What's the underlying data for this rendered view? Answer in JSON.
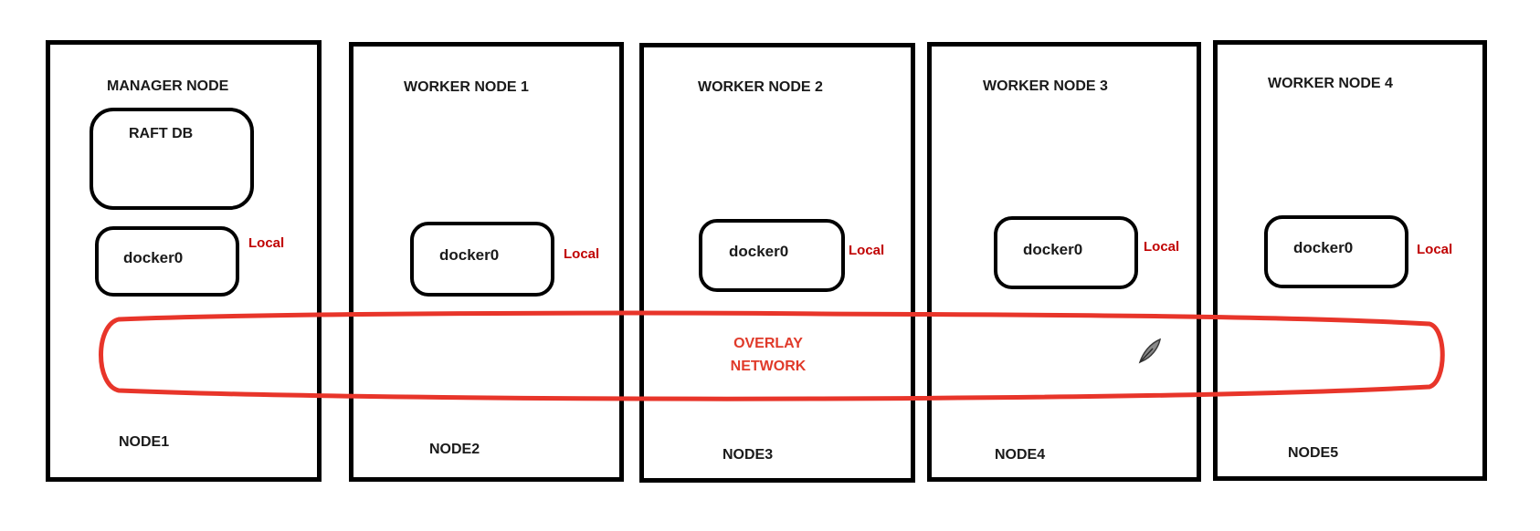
{
  "nodes": [
    {
      "title": "MANAGER NODE",
      "raft": "RAFT DB",
      "docker": "docker0",
      "local": "Local",
      "name": "NODE1"
    },
    {
      "title": "WORKER NODE 1",
      "docker": "docker0",
      "local": "Local",
      "name": "NODE2"
    },
    {
      "title": "WORKER NODE 2",
      "docker": "docker0",
      "local": "Local",
      "name": "NODE3"
    },
    {
      "title": "WORKER NODE 3",
      "docker": "docker0",
      "local": "Local",
      "name": "NODE4"
    },
    {
      "title": "WORKER NODE 4",
      "docker": "docker0",
      "local": "Local",
      "name": "NODE5"
    }
  ],
  "overlay": {
    "line1": "OVERLAY",
    "line2": "NETWORK",
    "color": "#e8352a"
  },
  "colors": {
    "border": "#000000",
    "local": "#c00000",
    "overlay_text": "#e03a2a"
  },
  "icons": {
    "cursor": "feather-icon"
  }
}
